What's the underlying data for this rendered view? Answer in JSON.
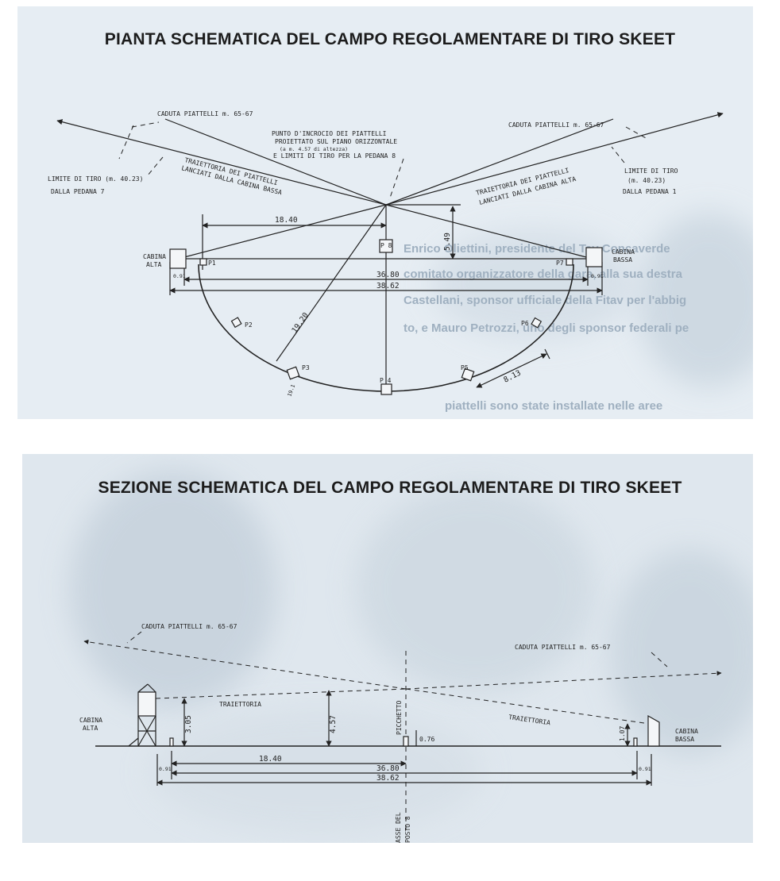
{
  "plan": {
    "title": "PIANTA SCHEMATICA DEL CAMPO REGOLAMENTARE DI TIRO SKEET",
    "caduta_left": "CADUTA PIATTELLI m. 65-67",
    "caduta_right": "CADUTA PIATTELLI m. 65-67",
    "incrocio": [
      "PUNTO D'INCROCIO DEI PIATTELLI",
      "PROIETTATO SUL PIANO ORIZZONTALE",
      "(a m. 4.57 di altezza)",
      "E LIMITI DI TIRO PER LA PEDANA 8"
    ],
    "limite_left": [
      "LIMITE DI TIRO (m. 40.23)",
      "DALLA PEDANA 7"
    ],
    "limite_right": [
      "LIMITE DI TIRO",
      "(m. 40.23)",
      "DALLA PEDANA 1"
    ],
    "traj_left": [
      "TRAIETTORIA DEI PIATTELLI",
      "LANCIATI DALLA CABINA BASSA"
    ],
    "traj_right": [
      "TRAIETTORIA DEI PIATTELLI",
      "LANCIATI DALLA CABINA ALTA"
    ],
    "cabina_alta": [
      "CABINA",
      "ALTA"
    ],
    "cabina_bassa": [
      "CABINA",
      "BASSA"
    ],
    "stations": [
      "P1",
      "P2",
      "P3",
      "P 4",
      "P5",
      "P6",
      "P7",
      "P 8"
    ],
    "dims": {
      "d1840": "18.40",
      "d549": "5.49",
      "d3680": "36.80",
      "d3862": "38.62",
      "d091l": "0.91",
      "d091r": "0.91",
      "d1920": "19.20",
      "d813": "8.13",
      "d191": "19.1"
    },
    "bg_text": [
      "Enrico Oliettini, presidente del Tav Concaverde",
      "comitato organizzatore della gara, alla sua destra",
      "Castellani, sponsor ufficiale della Fitav per l'abbig",
      "to, e Mauro Petrozzi, uno degli sponsor federali pe",
      "piattelli sono state installate nelle aree"
    ]
  },
  "section": {
    "title": "SEZIONE SCHEMATICA DEL CAMPO REGOLAMENTARE DI TIRO SKEET",
    "caduta_left": "CADUTA PIATTELLI m. 65-67",
    "caduta_right": "CADUTA PIATTELLI m. 65-67",
    "cabina_alta": [
      "CABINA",
      "ALTA"
    ],
    "cabina_bassa": [
      "CABINA",
      "BASSA"
    ],
    "traiettoria_left": "TRAIETTORIA",
    "traiettoria_right": "TRAIETTORIA",
    "picchetto": "PICCHETTO",
    "asse": [
      "ASSE DEL",
      "POSTO 8"
    ],
    "dims": {
      "d305": "3.05",
      "d457": "4.57",
      "d076": "0.76",
      "d107": "1.07",
      "d1840": "18.40",
      "d3680": "36.80",
      "d3862": "38.62",
      "d091l": "0.91",
      "d091r": "0.91"
    }
  }
}
